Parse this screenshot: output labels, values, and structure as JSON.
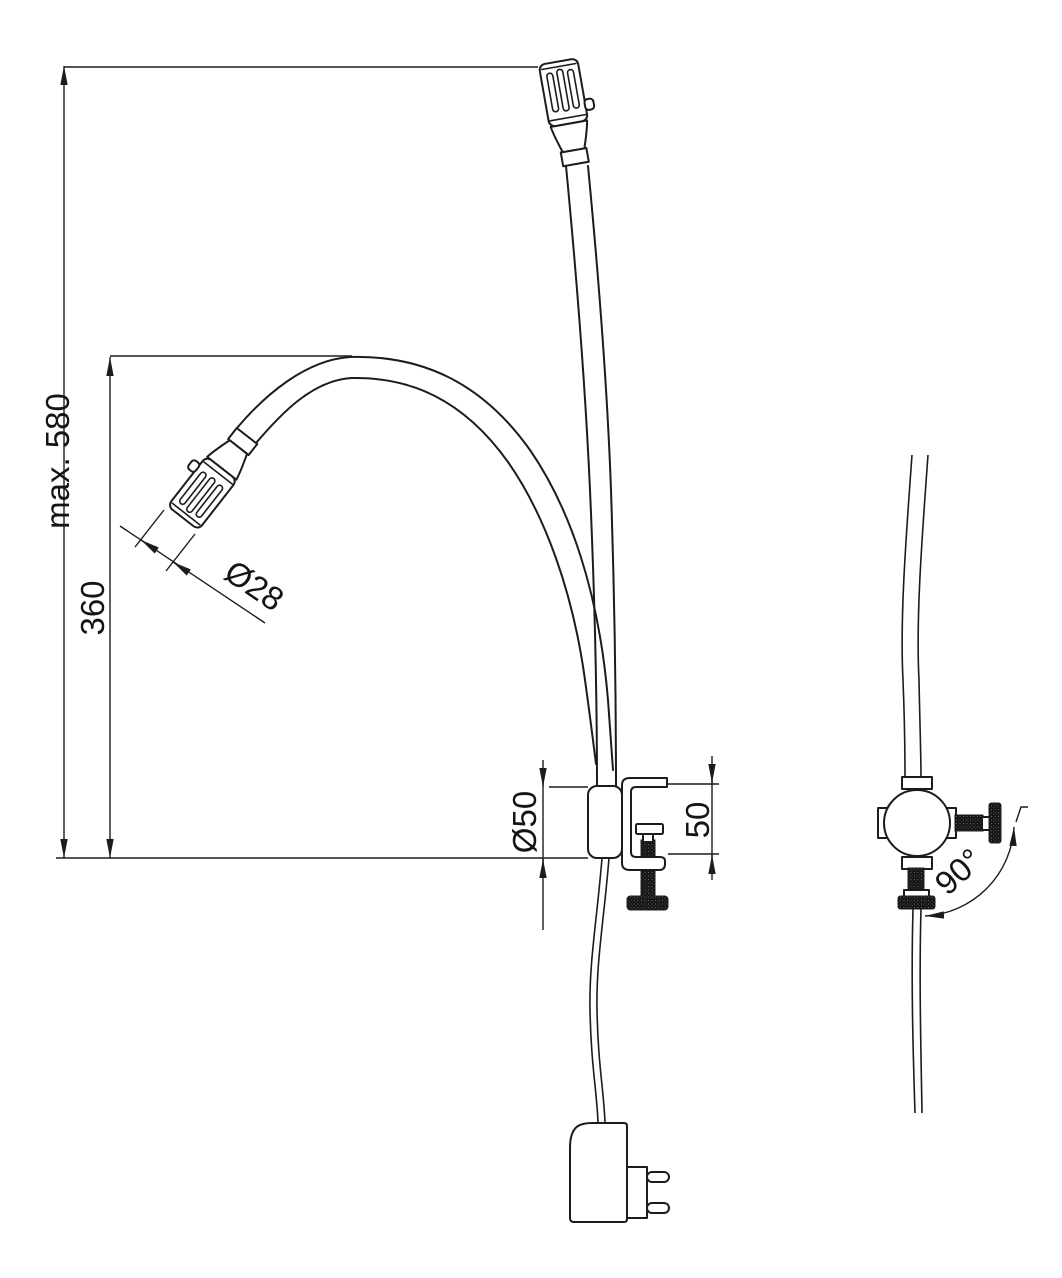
{
  "drawing": {
    "labels": {
      "max_height": "max. 580",
      "gooseneck_height": "360",
      "head_diameter": "Ø28",
      "holder_diameter": "Ø50",
      "clamp_capacity": "50",
      "swivel_angle": "90°"
    },
    "colors": {
      "line": "#1c1c1c",
      "background": "#ffffff"
    }
  }
}
